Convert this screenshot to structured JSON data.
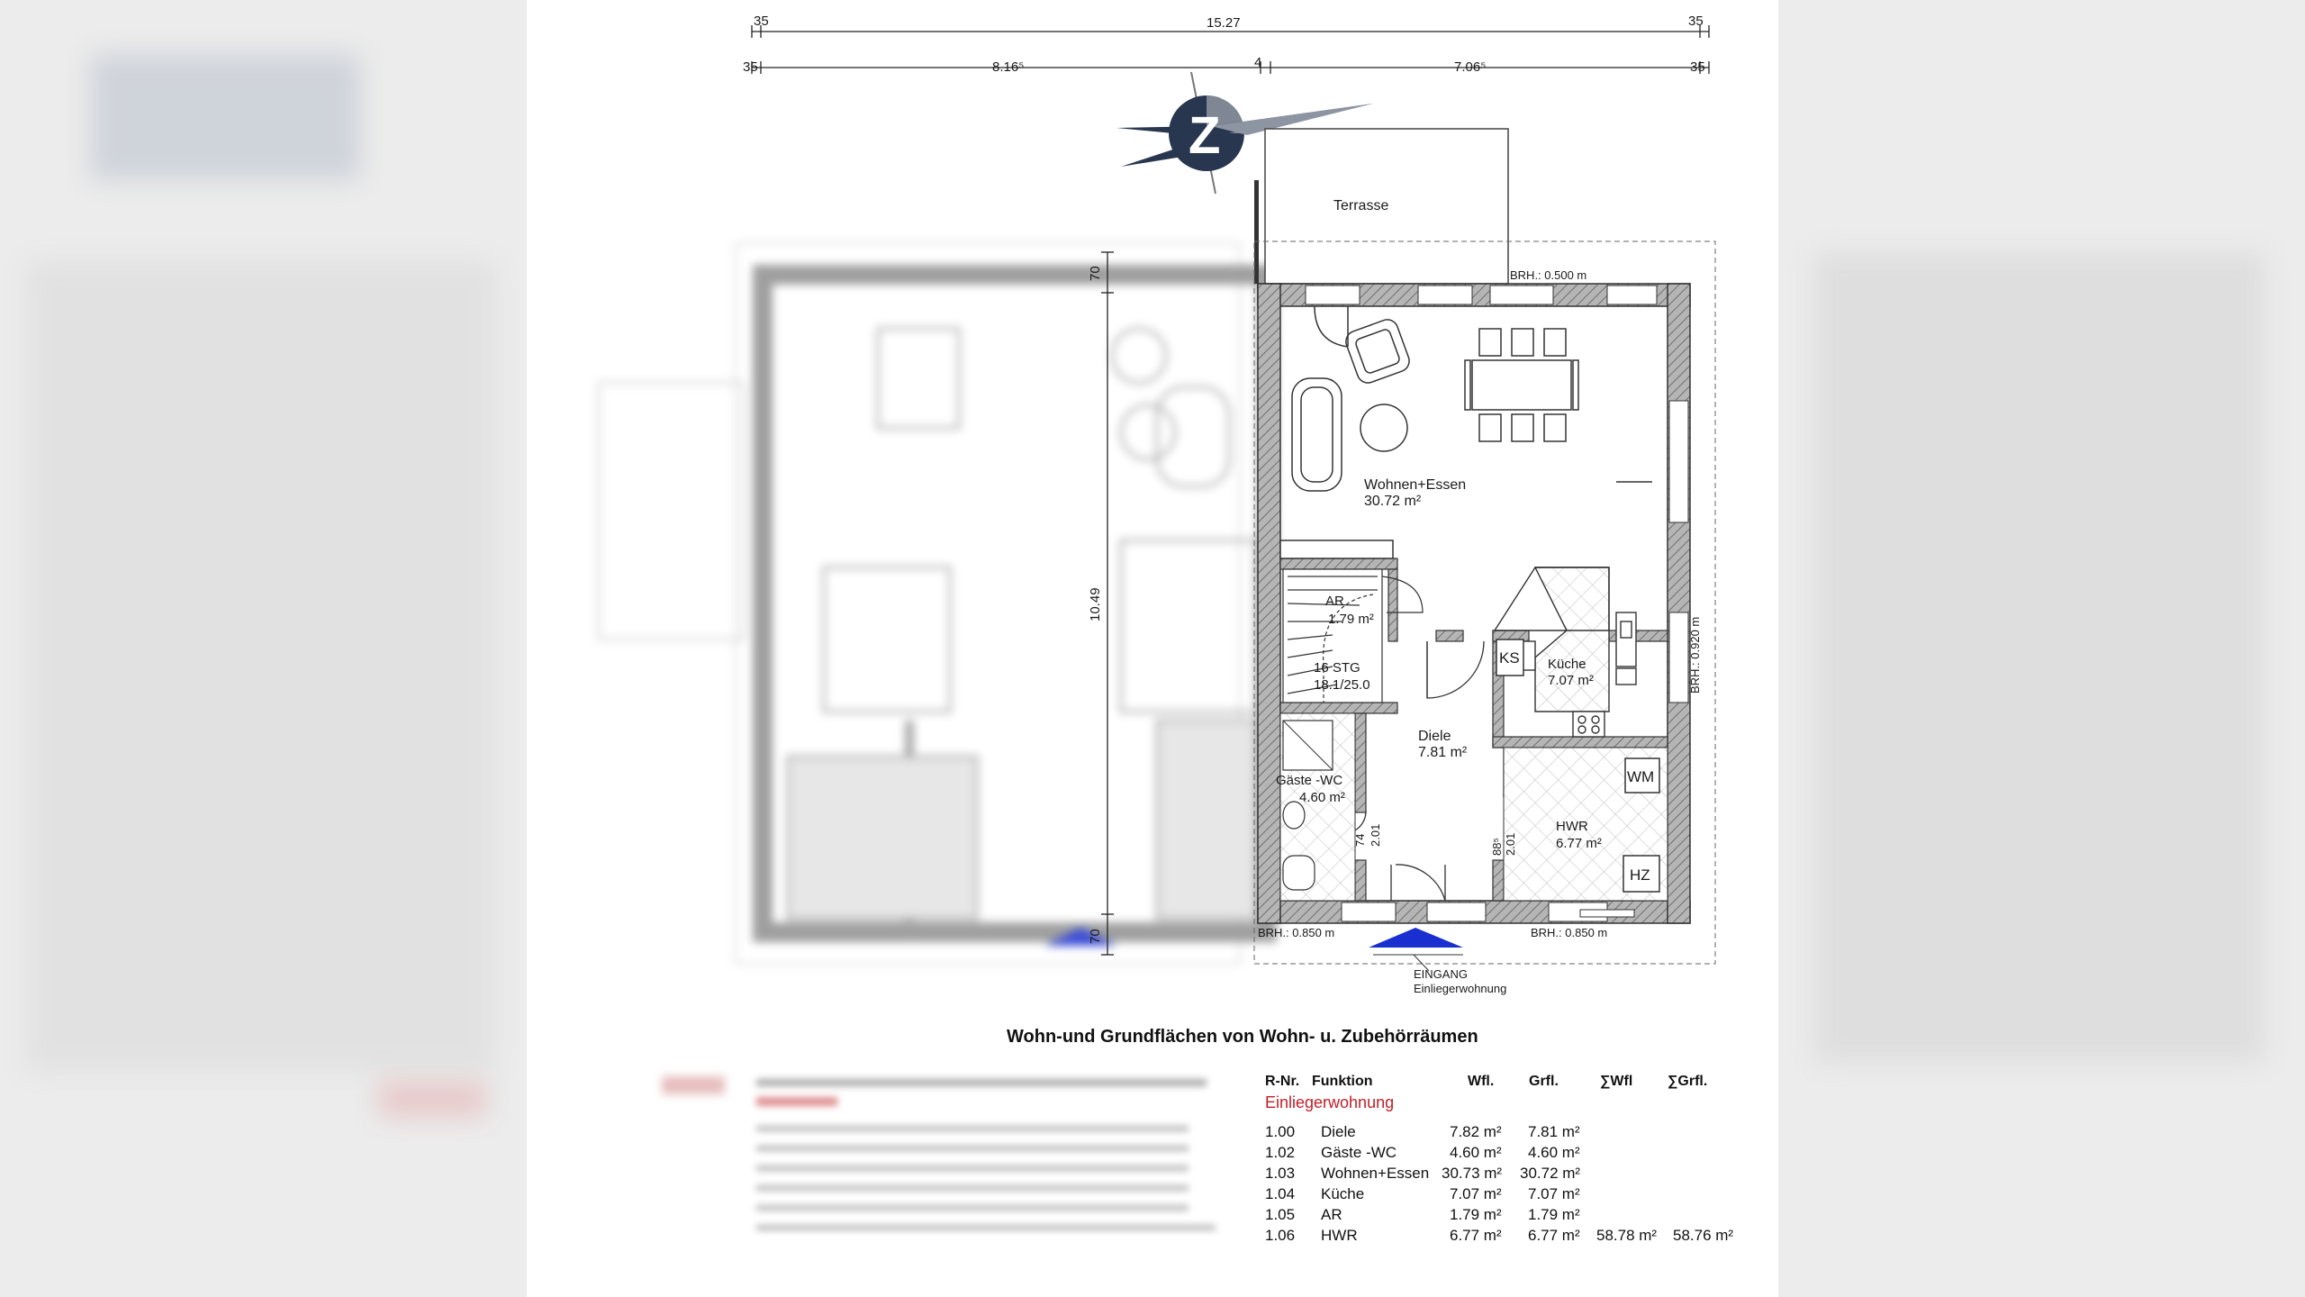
{
  "dimensions": {
    "top_total": "15.27",
    "top_left_wall": "35",
    "top_right_wall": "35",
    "second_left_wall": "35",
    "second_left_span": "8.16⁵",
    "second_mid": "4",
    "second_right_span": "7.06⁵",
    "second_right_wall": "35",
    "left_top": "70",
    "left_total": "10.49",
    "left_bottom": "70"
  },
  "plan": {
    "terrace": "Terrasse",
    "brh_top": "BRH.: 0.500 m",
    "brh_right": "BRH.: 0.920 m",
    "brh_bottom_left": "BRH.: 0.850 m",
    "brh_bottom_right": "BRH.: 0.850 m",
    "living_name": "Wohnen+Essen",
    "living_area": "30.72 m²",
    "ar_name": "AR",
    "ar_area": "1.79 m²",
    "stairs_name": "16 STG",
    "stairs_ratio": "18.1/25.0",
    "ks": "KS",
    "kitchen_name": "Küche",
    "kitchen_area": "7.07 m²",
    "hall_name": "Diele",
    "hall_area": "7.81 m²",
    "wc_name": "Gäste -WC",
    "wc_area": "4.60 m²",
    "door_wc_w": "74",
    "door_wc_h": "2.01",
    "door_hwr_w": "88⁵",
    "door_hwr_h": "2.01",
    "hwr_name": "HWR",
    "hwr_area": "6.77 m²",
    "wm": "WM",
    "hz": "HZ",
    "entrance_line1": "EINGANG",
    "entrance_line2": "Einliegerwohnung",
    "compass_letter": "Z"
  },
  "colors": {
    "entrance_arrow": "#1a2fd0",
    "section_red": "#c0202a",
    "wall_hatch": "#9a9a9a"
  },
  "table": {
    "title": "Wohn-und Grundflächen von Wohn- u. Zubehörräumen",
    "headers": [
      "R-Nr.",
      "Funktion",
      "Wfl.",
      "Grfl.",
      "∑Wfl",
      "∑Grfl."
    ],
    "section": "Einliegerwohnung",
    "rows": [
      {
        "nr": "1.00",
        "name": "Diele",
        "wfl": "7.82 m²",
        "grfl": "7.81 m²",
        "swfl": "",
        "sgrfl": ""
      },
      {
        "nr": "1.02",
        "name": "Gäste -WC",
        "wfl": "4.60 m²",
        "grfl": "4.60 m²",
        "swfl": "",
        "sgrfl": ""
      },
      {
        "nr": "1.03",
        "name": "Wohnen+Essen",
        "wfl": "30.73 m²",
        "grfl": "30.72 m²",
        "swfl": "",
        "sgrfl": ""
      },
      {
        "nr": "1.04",
        "name": "Küche",
        "wfl": "7.07 m²",
        "grfl": "7.07 m²",
        "swfl": "",
        "sgrfl": ""
      },
      {
        "nr": "1.05",
        "name": "AR",
        "wfl": "1.79 m²",
        "grfl": "1.79 m²",
        "swfl": "",
        "sgrfl": ""
      },
      {
        "nr": "1.06",
        "name": "HWR",
        "wfl": "6.77 m²",
        "grfl": "6.77 m²",
        "swfl": "58.78 m²",
        "sgrfl": "58.76 m²"
      }
    ]
  }
}
